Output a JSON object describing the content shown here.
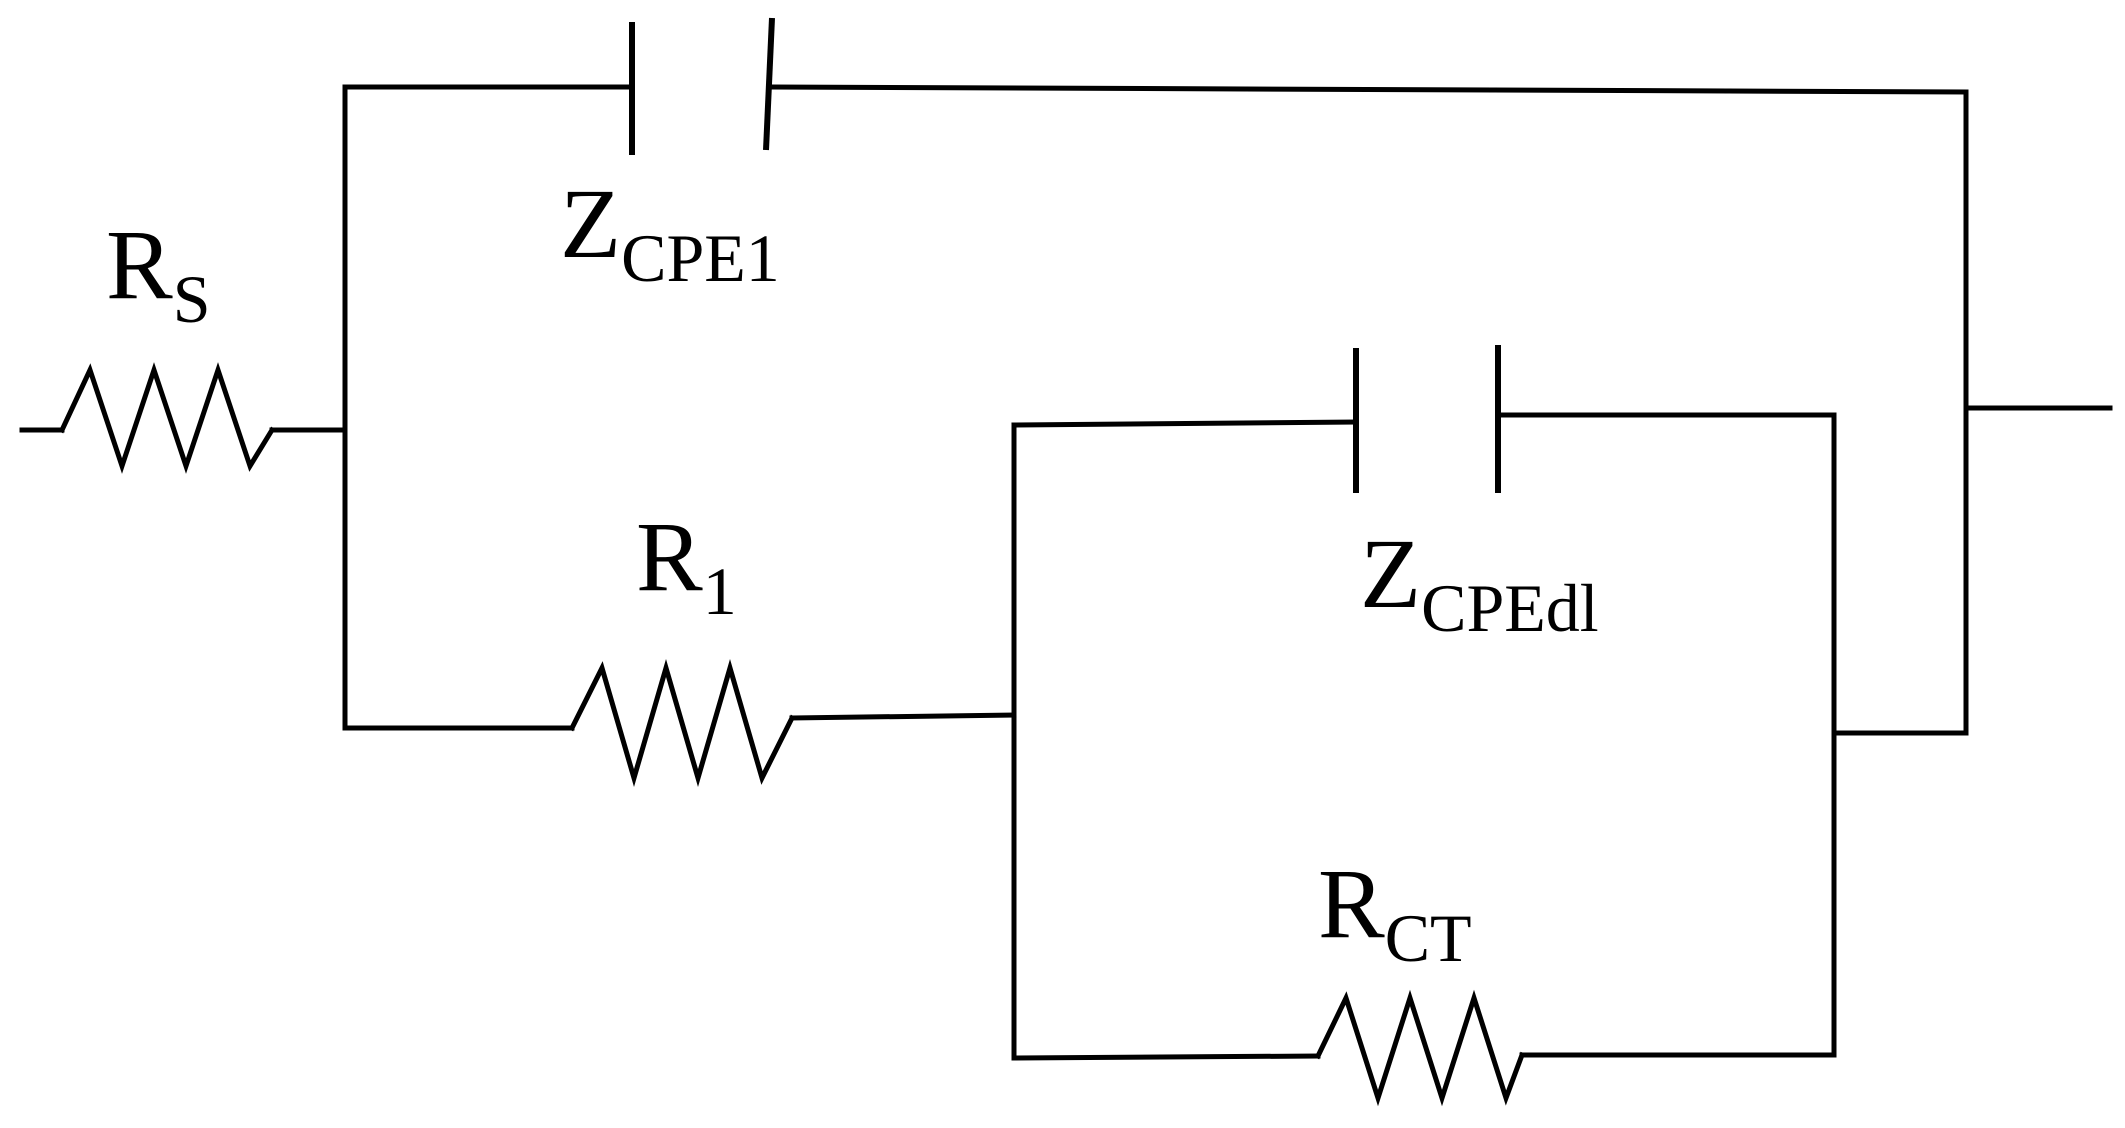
{
  "components": {
    "rs": {
      "symbol": "resistor",
      "main": "R",
      "sub": "S"
    },
    "cpe1": {
      "symbol": "capacitor",
      "main": "Z",
      "sub": "CPE1"
    },
    "r1": {
      "symbol": "resistor",
      "main": "R",
      "sub": "1"
    },
    "cpedl": {
      "symbol": "capacitor",
      "main": "Z",
      "sub": "CPEdl"
    },
    "rct": {
      "symbol": "resistor",
      "main": "R",
      "sub": "CT"
    }
  },
  "colors": {
    "line": "#000000",
    "background": "#ffffff"
  }
}
